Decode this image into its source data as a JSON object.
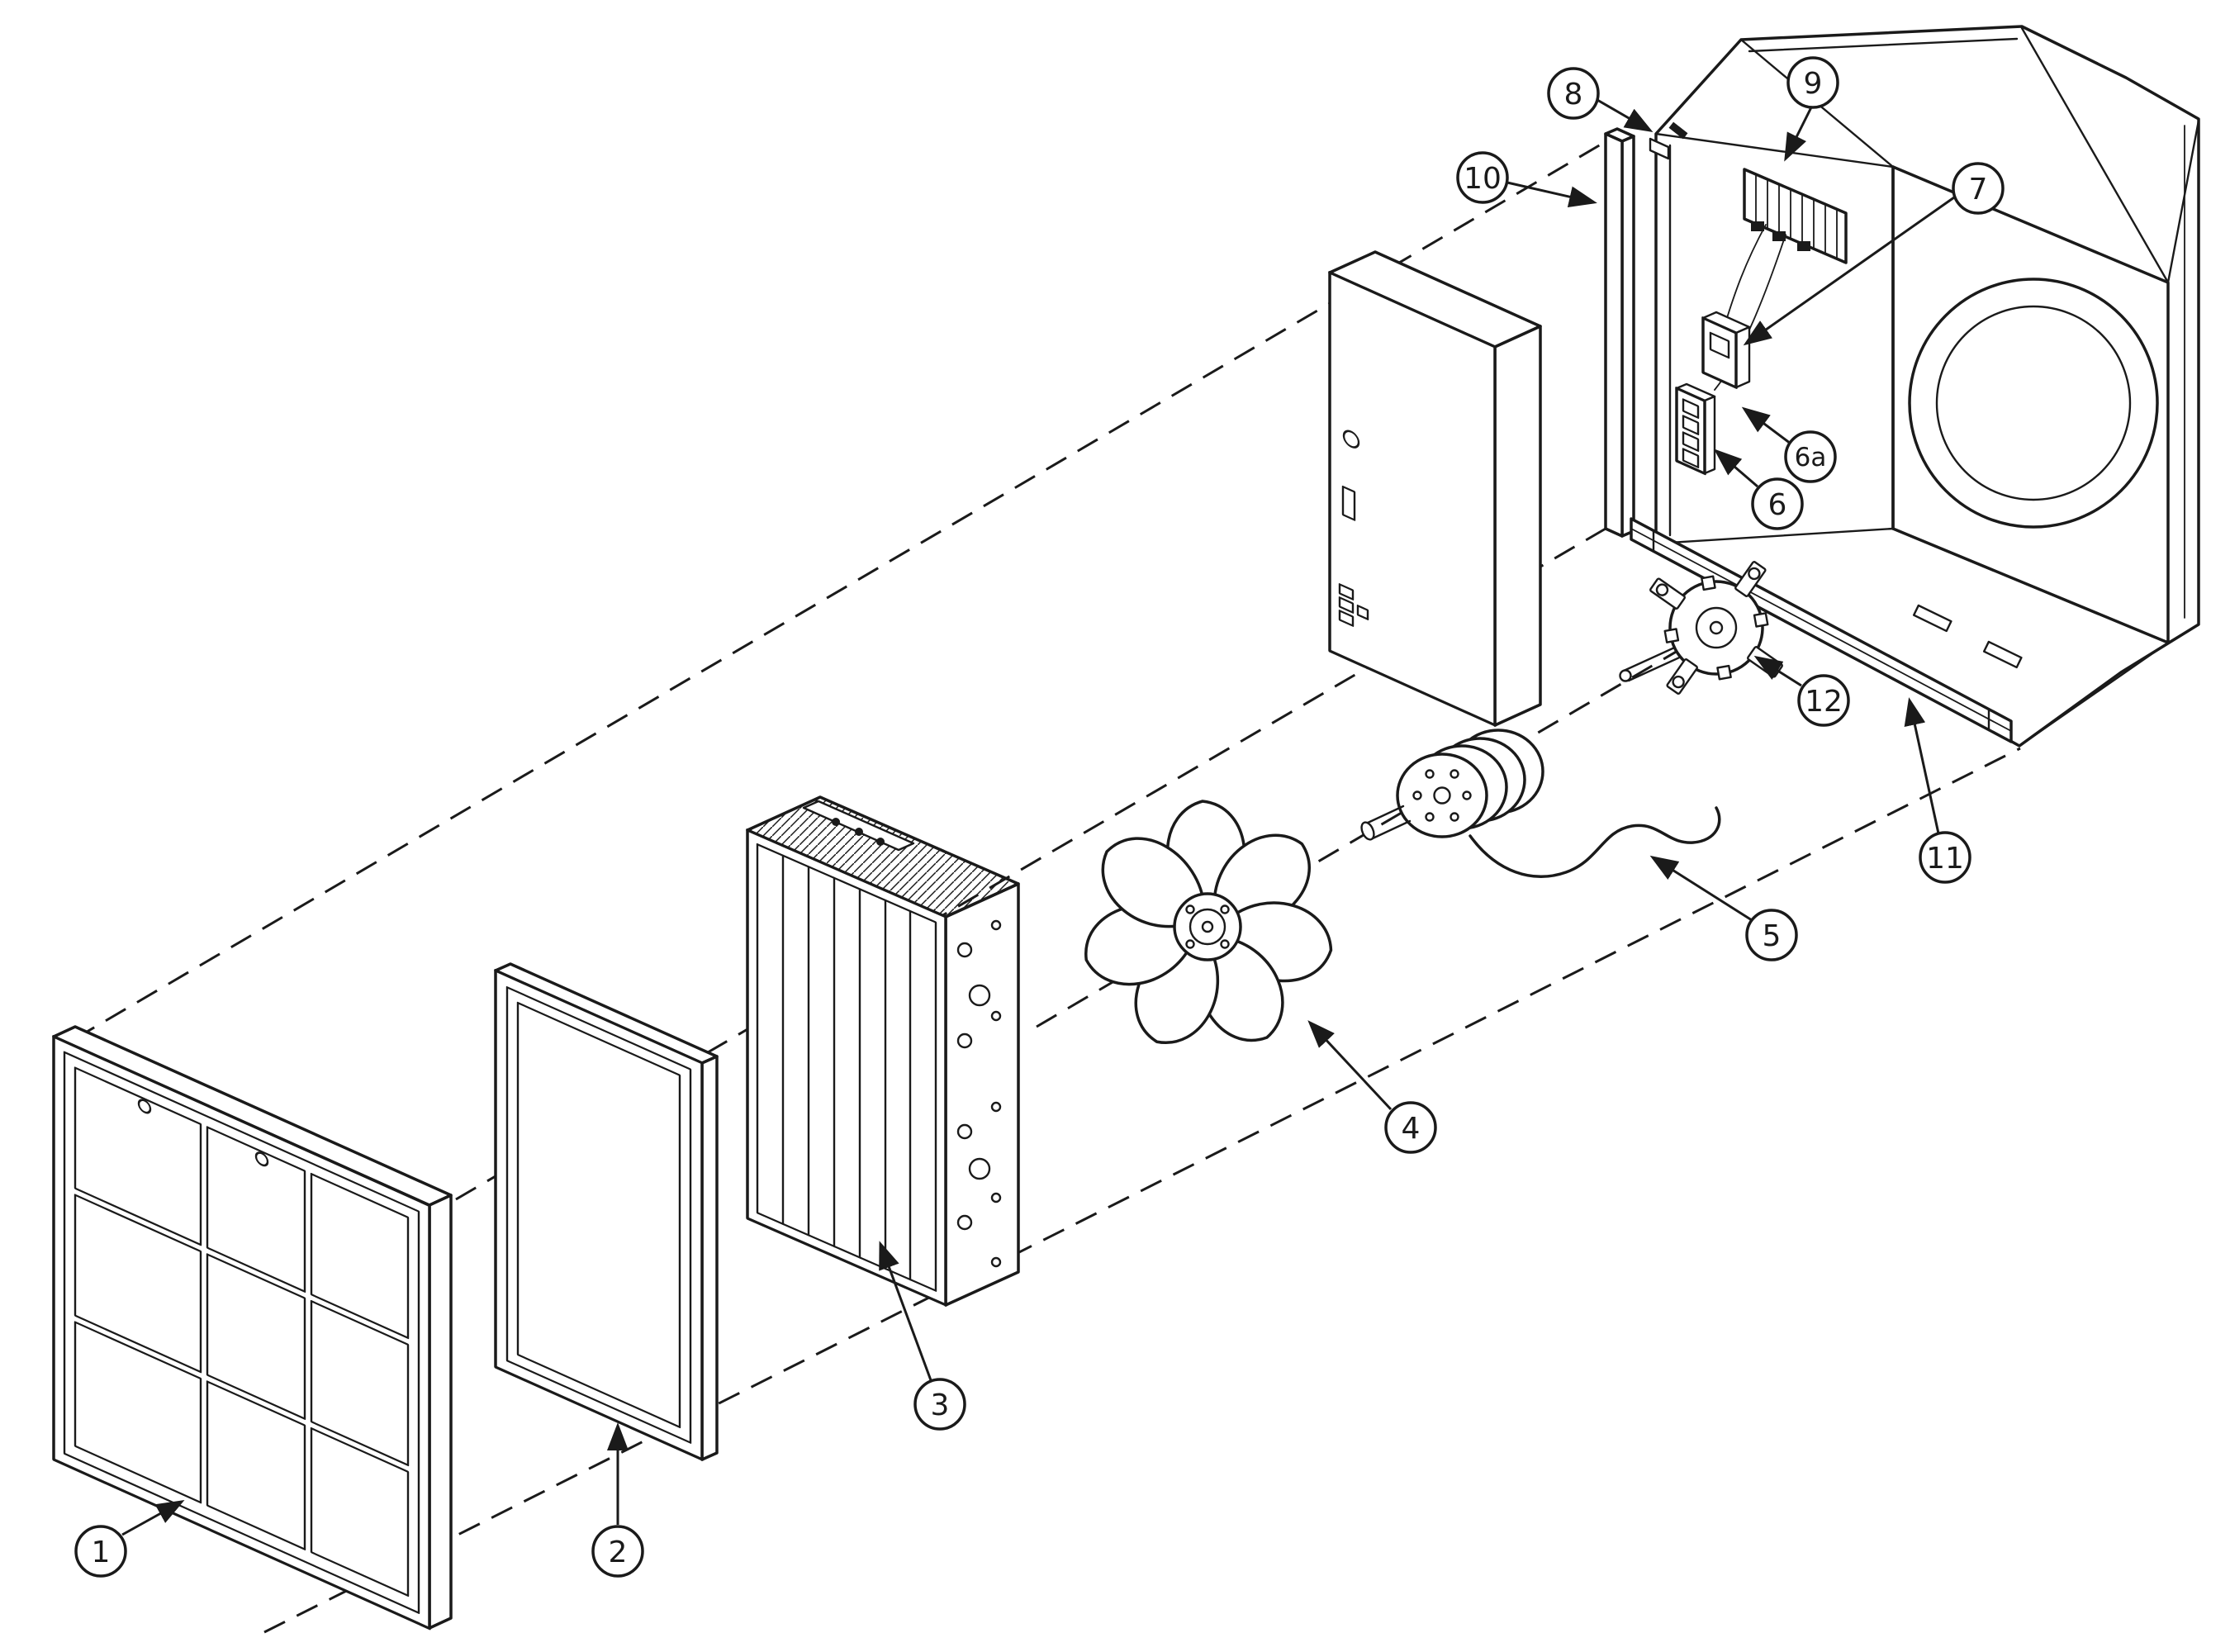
{
  "diagram": {
    "background_color": "#ffffff",
    "line_color": "#1a1a1a",
    "callouts": [
      {
        "id": "1",
        "label": "1"
      },
      {
        "id": "2",
        "label": "2"
      },
      {
        "id": "3",
        "label": "3"
      },
      {
        "id": "4",
        "label": "4"
      },
      {
        "id": "5",
        "label": "5"
      },
      {
        "id": "6",
        "label": "6"
      },
      {
        "id": "6a",
        "label": "6a"
      },
      {
        "id": "7",
        "label": "7"
      },
      {
        "id": "8",
        "label": "8"
      },
      {
        "id": "9",
        "label": "9"
      },
      {
        "id": "10",
        "label": "10"
      },
      {
        "id": "11",
        "label": "11"
      },
      {
        "id": "12",
        "label": "12"
      }
    ]
  }
}
